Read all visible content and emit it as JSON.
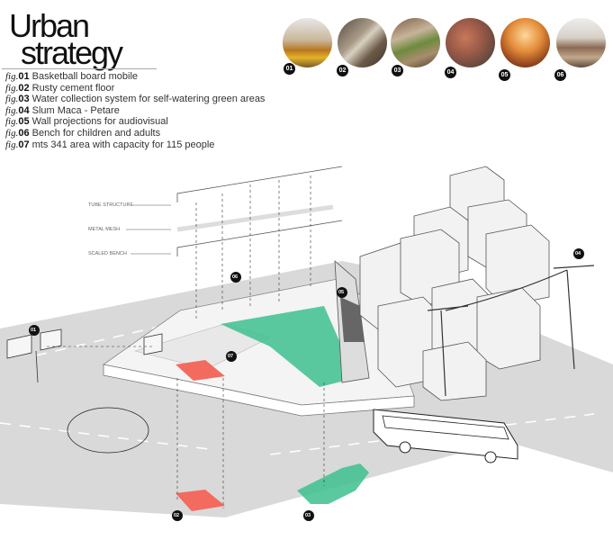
{
  "title": {
    "line1": "Urban",
    "line2": "strategy"
  },
  "legend": [
    {
      "fig": "fig.",
      "num": "01",
      "text": "Basketball board mobile"
    },
    {
      "fig": "fig.",
      "num": "02",
      "text": "Rusty cement floor"
    },
    {
      "fig": "fig.",
      "num": "03",
      "text": "Water collection system for self-watering green areas"
    },
    {
      "fig": "fig.",
      "num": "04",
      "text": "Slum Maca - Petare"
    },
    {
      "fig": "fig.",
      "num": "05",
      "text": "Wall projections for audiovisual"
    },
    {
      "fig": "fig.",
      "num": "06",
      "text": "Bench for children and adults"
    },
    {
      "fig": "fig.",
      "num": "07",
      "text": "mts 341 area with capacity for 115 people"
    }
  ],
  "photos": [
    "01",
    "02",
    "03",
    "04",
    "05",
    "06"
  ],
  "layers": [
    "TUBE STRUCTURE",
    "METAL MESH",
    "SCALED BENCH"
  ],
  "markers": {
    "m01": "01",
    "m02": "02",
    "m03": "03",
    "m04": "04",
    "m05": "05",
    "m06": "06",
    "m07": "07"
  },
  "colors": {
    "green": "#3dbf8f",
    "red": "#f26b5e",
    "road": "#d9d9d9"
  }
}
